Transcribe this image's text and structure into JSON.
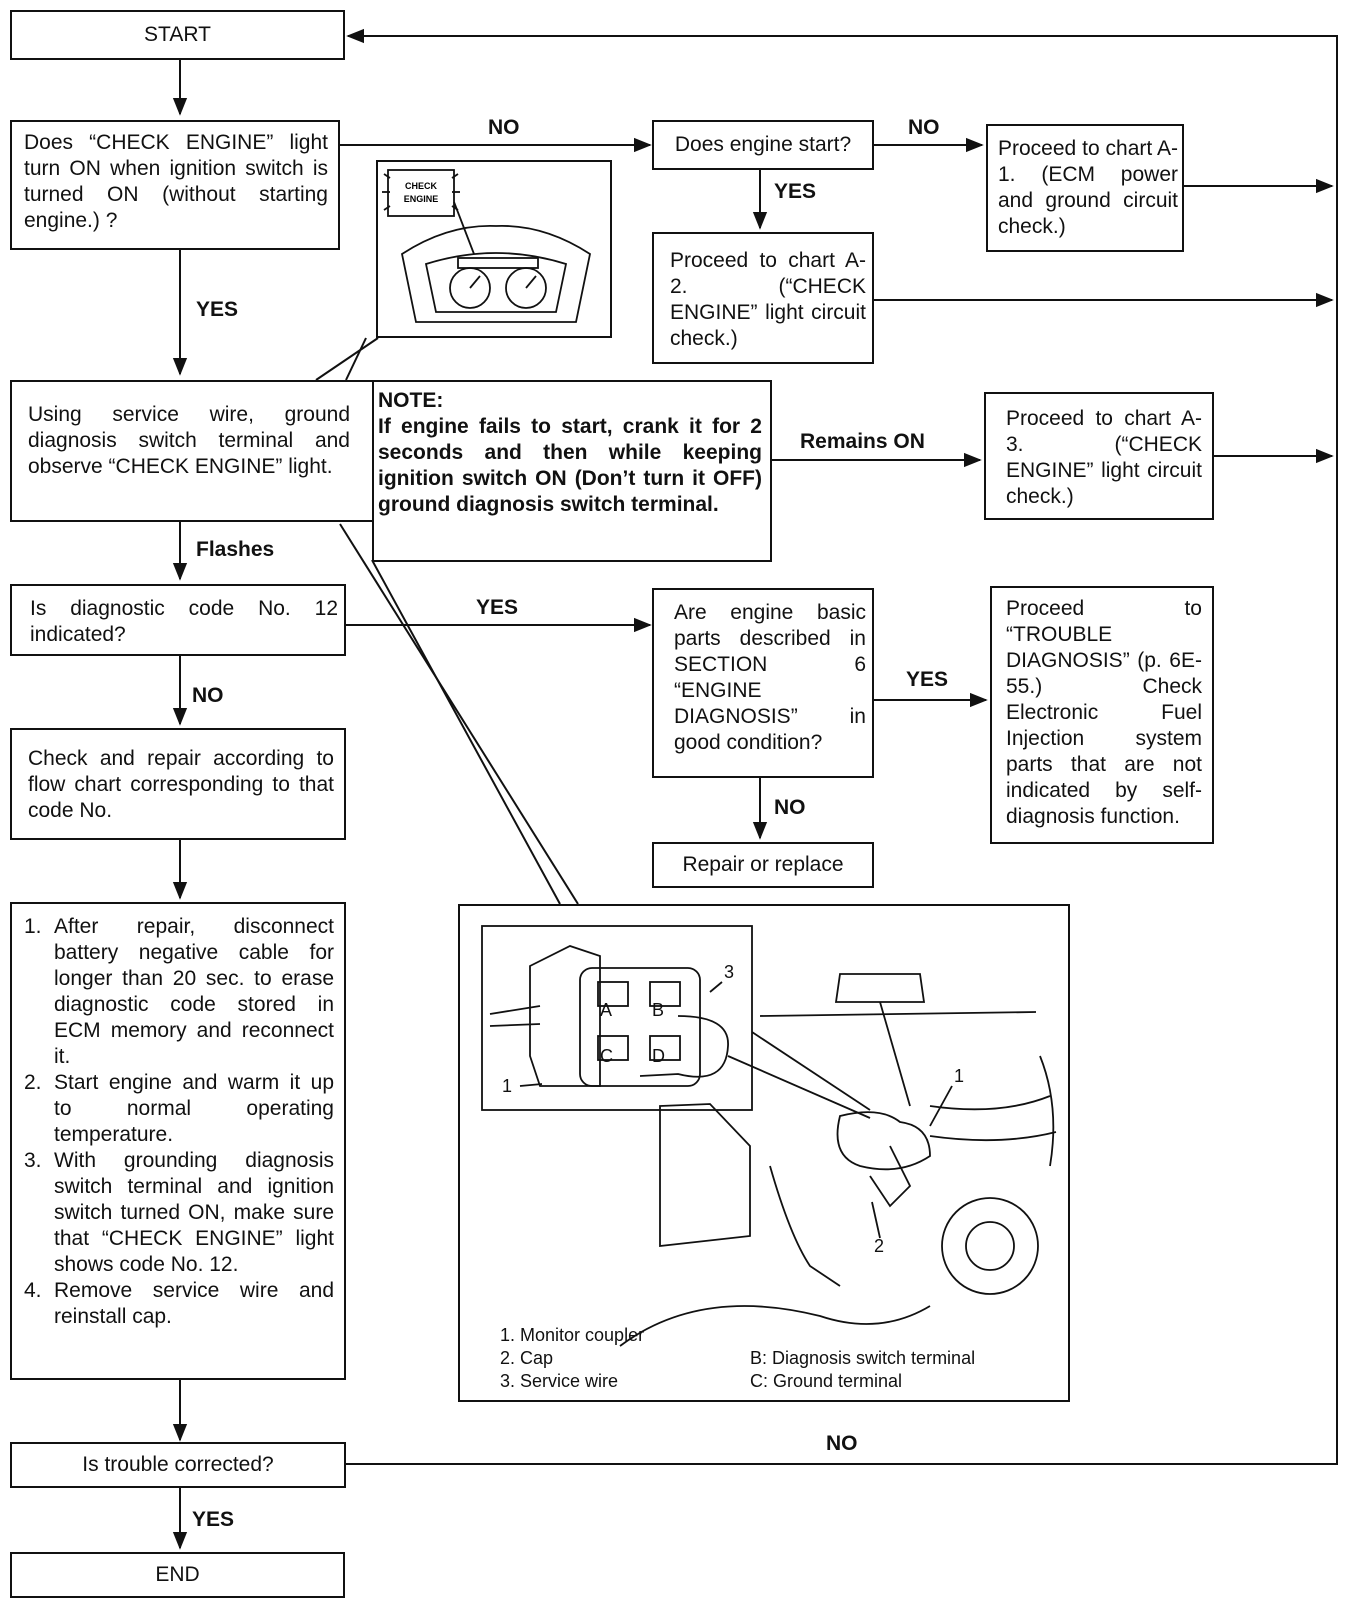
{
  "start": "START",
  "q_check_engine": "Does “CHECK ENGINE” light turn ON when ignition switch is turned ON (without starting engine.) ?",
  "q_engine_start": "Does engine start?",
  "chart_a1": "Proceed to chart A-1. (ECM power and ground circuit check.)",
  "chart_a2": "Proceed to chart A-2. (“CHECK ENGINE” light circuit check.)",
  "service_wire": "Using service wire, ground diagnosis switch terminal and observe “CHECK ENGINE” light.",
  "note_title": "NOTE:",
  "note_body": "If engine fails to start, crank it for 2 seconds and then while keeping ignition switch ON (Don’t turn it OFF) ground diagnosis switch terminal.",
  "chart_a3": "Proceed to chart A-3. (“CHECK ENGINE” light circuit check.)",
  "q_code12": "Is diagnostic code No. 12 indicated?",
  "q_basic_parts": "Are engine basic parts described in SECTION 6 “ENGINE DIAGNOSIS” in good condition?",
  "trouble_diag": "Proceed to “TROUBLE DIAGNOSIS” (p. 6E-55.) Check Electronic Fuel Injection system parts that are not indicated by self-diagnosis function.",
  "check_repair": "Check and repair according to flow chart corresponding to that code No.",
  "repair_replace": "Repair or replace",
  "steps": [
    "After repair, disconnect battery negative cable for longer than 20 sec. to erase diagnostic code stored in ECM memory and reconnect it.",
    "Start engine and warm it up to normal operating temperature.",
    "With grounding diagnosis switch terminal and ignition switch turned ON, make sure that “CHECK ENGINE” light shows code No. 12.",
    "Remove service wire and reinstall cap."
  ],
  "step_numbers": [
    "1.",
    "2.",
    "3.",
    "4."
  ],
  "q_corrected": "Is trouble corrected?",
  "end": "END",
  "labels": {
    "no": "NO",
    "yes": "YES",
    "remains_on": "Remains ON",
    "flashes": "Flashes"
  },
  "figure": {
    "lamp_text_1": "CHECK",
    "lamp_text_2": "ENGINE",
    "callouts": [
      "1",
      "2",
      "3"
    ],
    "terminals": [
      "A",
      "B",
      "C",
      "D"
    ],
    "legend_left": [
      "1.  Monitor coupler",
      "2.  Cap",
      "3.  Service wire"
    ],
    "legend_right": [
      "B:  Diagnosis switch terminal",
      "C:  Ground terminal"
    ]
  }
}
